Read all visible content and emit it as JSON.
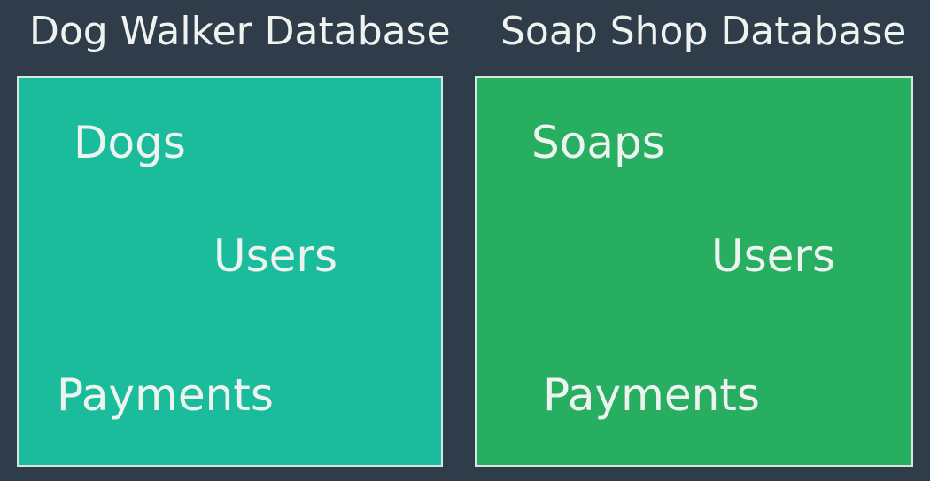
{
  "databases": [
    {
      "title": "Dog Walker Database",
      "color": "#1abc9c",
      "tables": [
        "Dogs",
        "Users",
        "Payments"
      ]
    },
    {
      "title": "Soap Shop Database",
      "color": "#27ae60",
      "tables": [
        "Soaps",
        "Users",
        "Payments"
      ]
    }
  ],
  "colors": {
    "background": "#2f3c4a",
    "text": "#eef3f0",
    "box_border": "#d7e6e1"
  }
}
